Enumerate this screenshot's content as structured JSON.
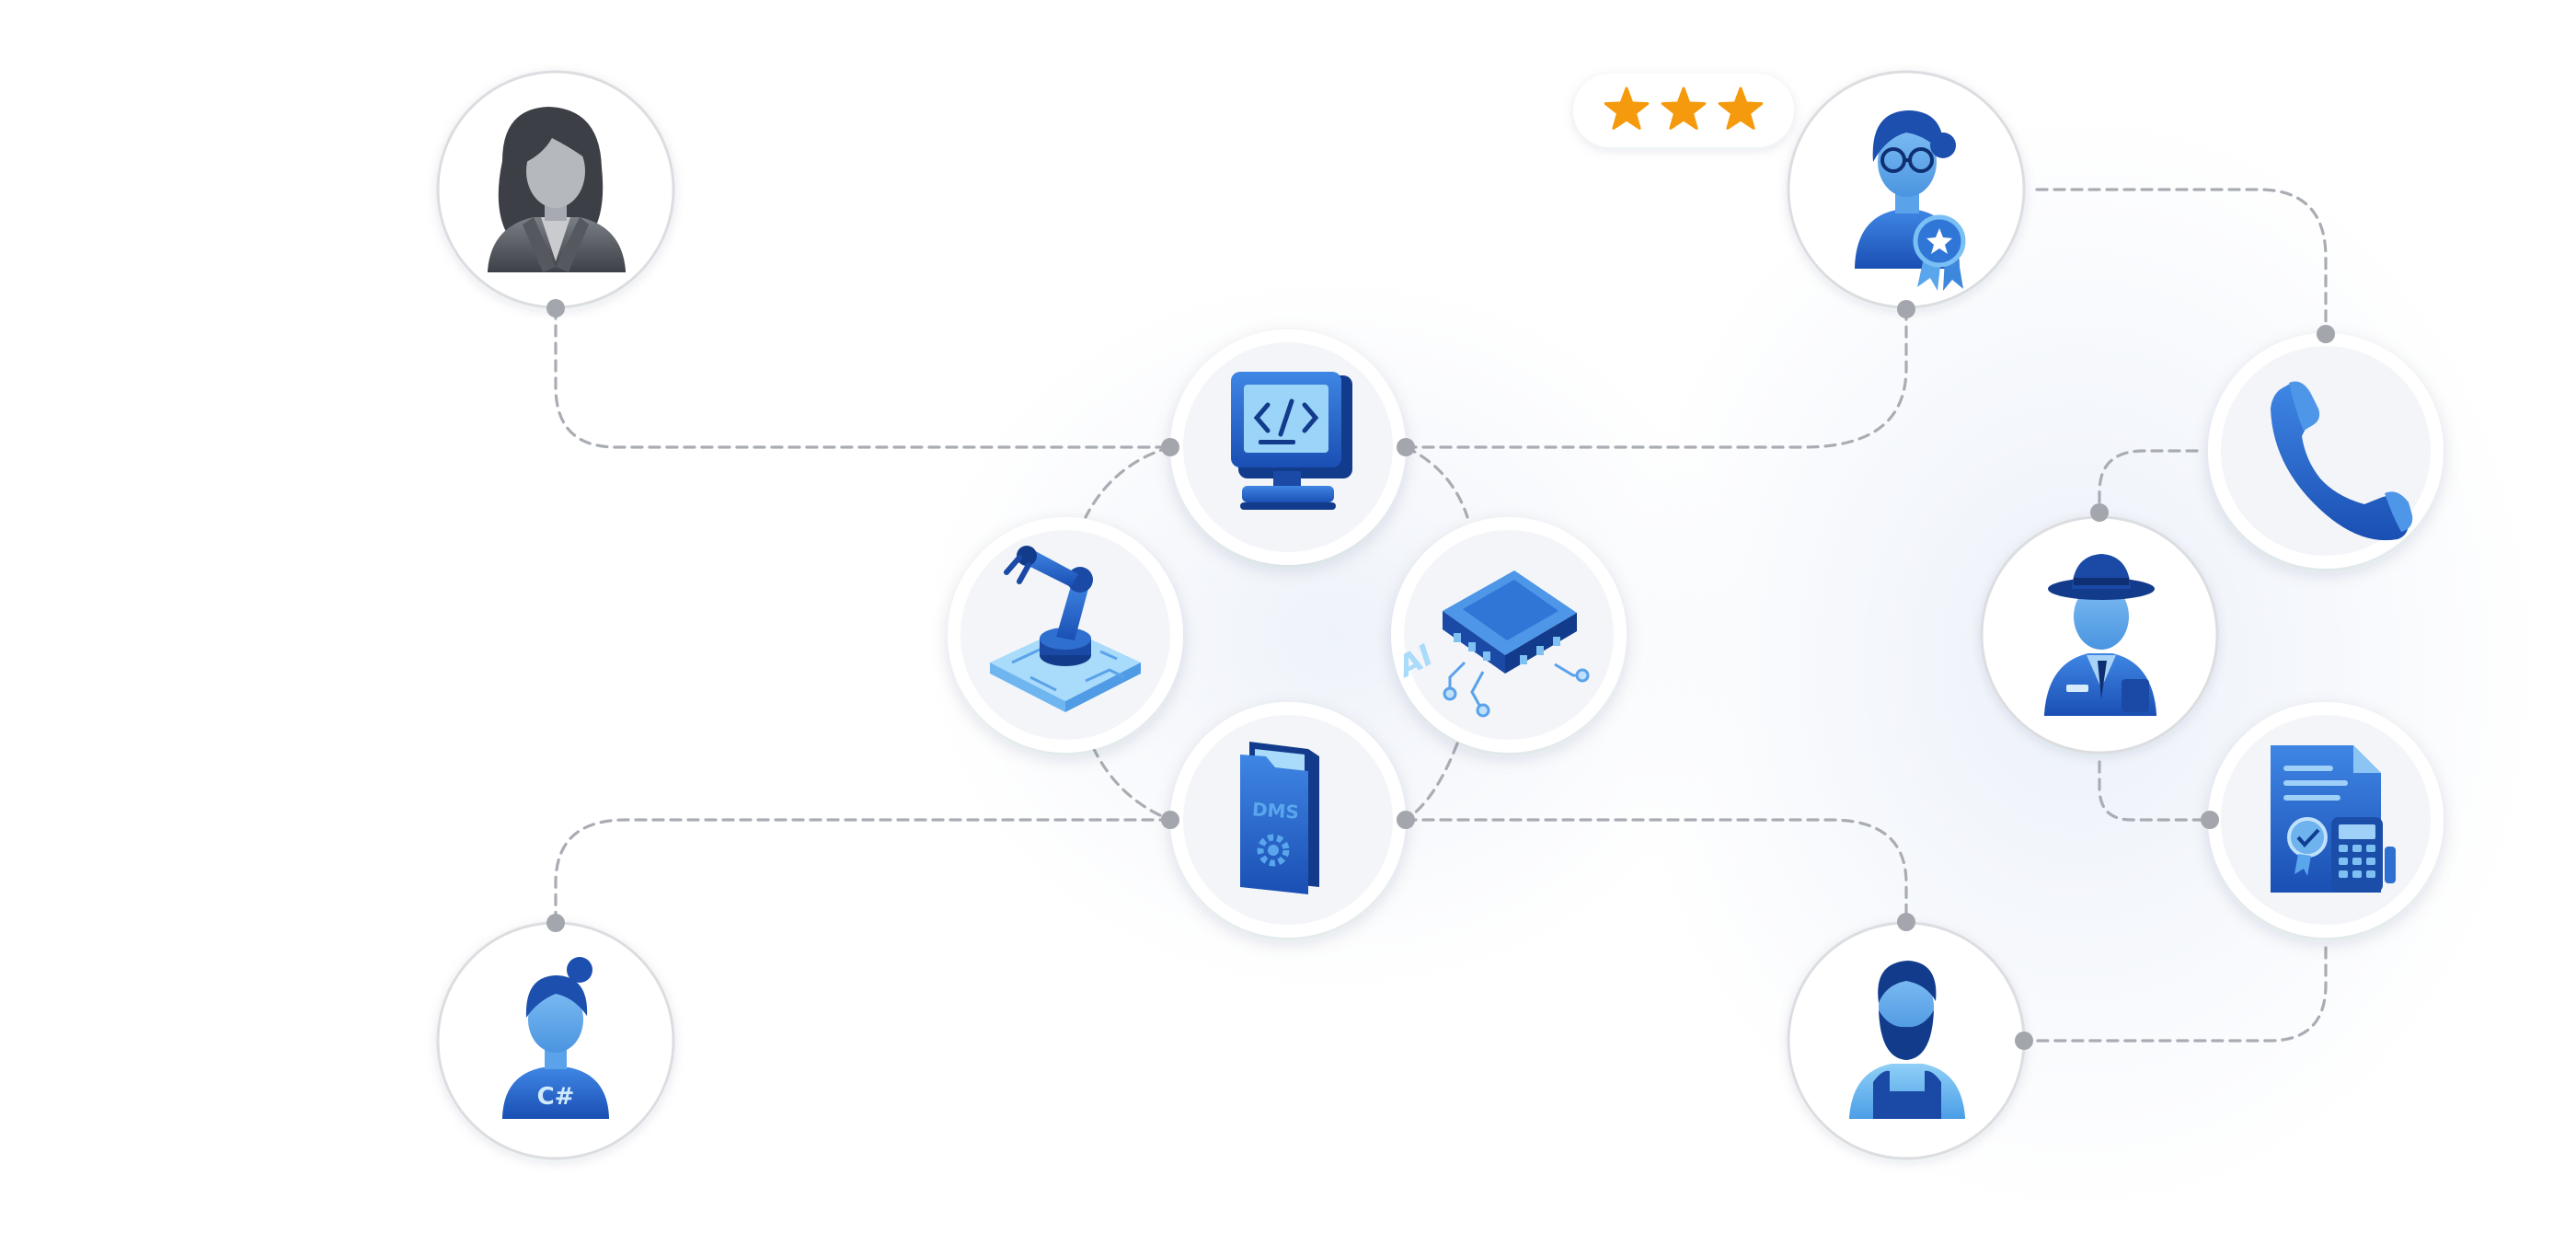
{
  "diagram": {
    "nodes": [
      {
        "id": "woman-gray",
        "icon": "businesswoman-gray-icon"
      },
      {
        "id": "woman-award",
        "icon": "awarded-woman-with-glasses-icon"
      },
      {
        "id": "phone",
        "icon": "telephone-handset-icon"
      },
      {
        "id": "inspector",
        "icon": "man-in-hat-inspector-icon"
      },
      {
        "id": "document",
        "icon": "certified-document-with-calculator-icon"
      },
      {
        "id": "computer",
        "icon": "computer-code-icon"
      },
      {
        "id": "robot-arm",
        "icon": "robotic-arm-on-circuit-board-icon"
      },
      {
        "id": "ai-chip",
        "icon": "ai-chip-icon"
      },
      {
        "id": "dms",
        "icon": "dms-folder-icon"
      },
      {
        "id": "developer",
        "icon": "csharp-developer-woman-icon"
      },
      {
        "id": "craftsman",
        "icon": "bearded-man-in-apron-icon"
      }
    ],
    "rating": {
      "stars": 3,
      "max_shown": 3
    },
    "colors": {
      "primary_blue": "#1f5fc8",
      "light_blue": "#5aa6ec",
      "gray_person": "#5b5e64",
      "connector": "#a9adb3",
      "star": "#f59a0c"
    }
  }
}
